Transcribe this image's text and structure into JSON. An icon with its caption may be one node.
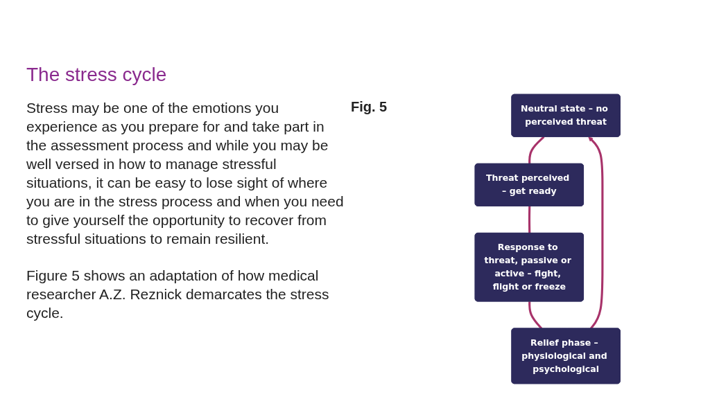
{
  "diagram": {
    "title": "The stress cycle",
    "nodes": [
      {
        "text": [
          "Neutral state – no perceived threat"
        ]
      },
      {
        "text": [
          "Threat perceived – get ready"
        ]
      },
      {
        "text": [
          "Response to threat, passive or active – fight, flight or freeze"
        ]
      },
      {
        "text": [
          "Relief phase – physiological and psychological"
        ]
      }
    ],
    "edges": [
      {
        "from": 0,
        "to": 1,
        "arrow": "none"
      },
      {
        "from": 1,
        "to": 2,
        "arrow": "none"
      },
      {
        "from": 2,
        "to": 3,
        "arrow": "none"
      },
      {
        "from": 3,
        "to": 0,
        "arrow": "to"
      }
    ],
    "labels": [
      "Stress may be one of the emotions you experience as you prepare for and take part in the assessment process and while you may be well versed in how to manage stressful situations, it can be easy to lose sight of where you are in the stress process and when you need to give yourself the opportunity to recover from stressful situations to remain resilient.",
      "Figure 5 shows an adaptation of how medical researcher A.Z. Reznick demarcates the stress cycle.",
      "Fig. 5"
    ]
  }
}
